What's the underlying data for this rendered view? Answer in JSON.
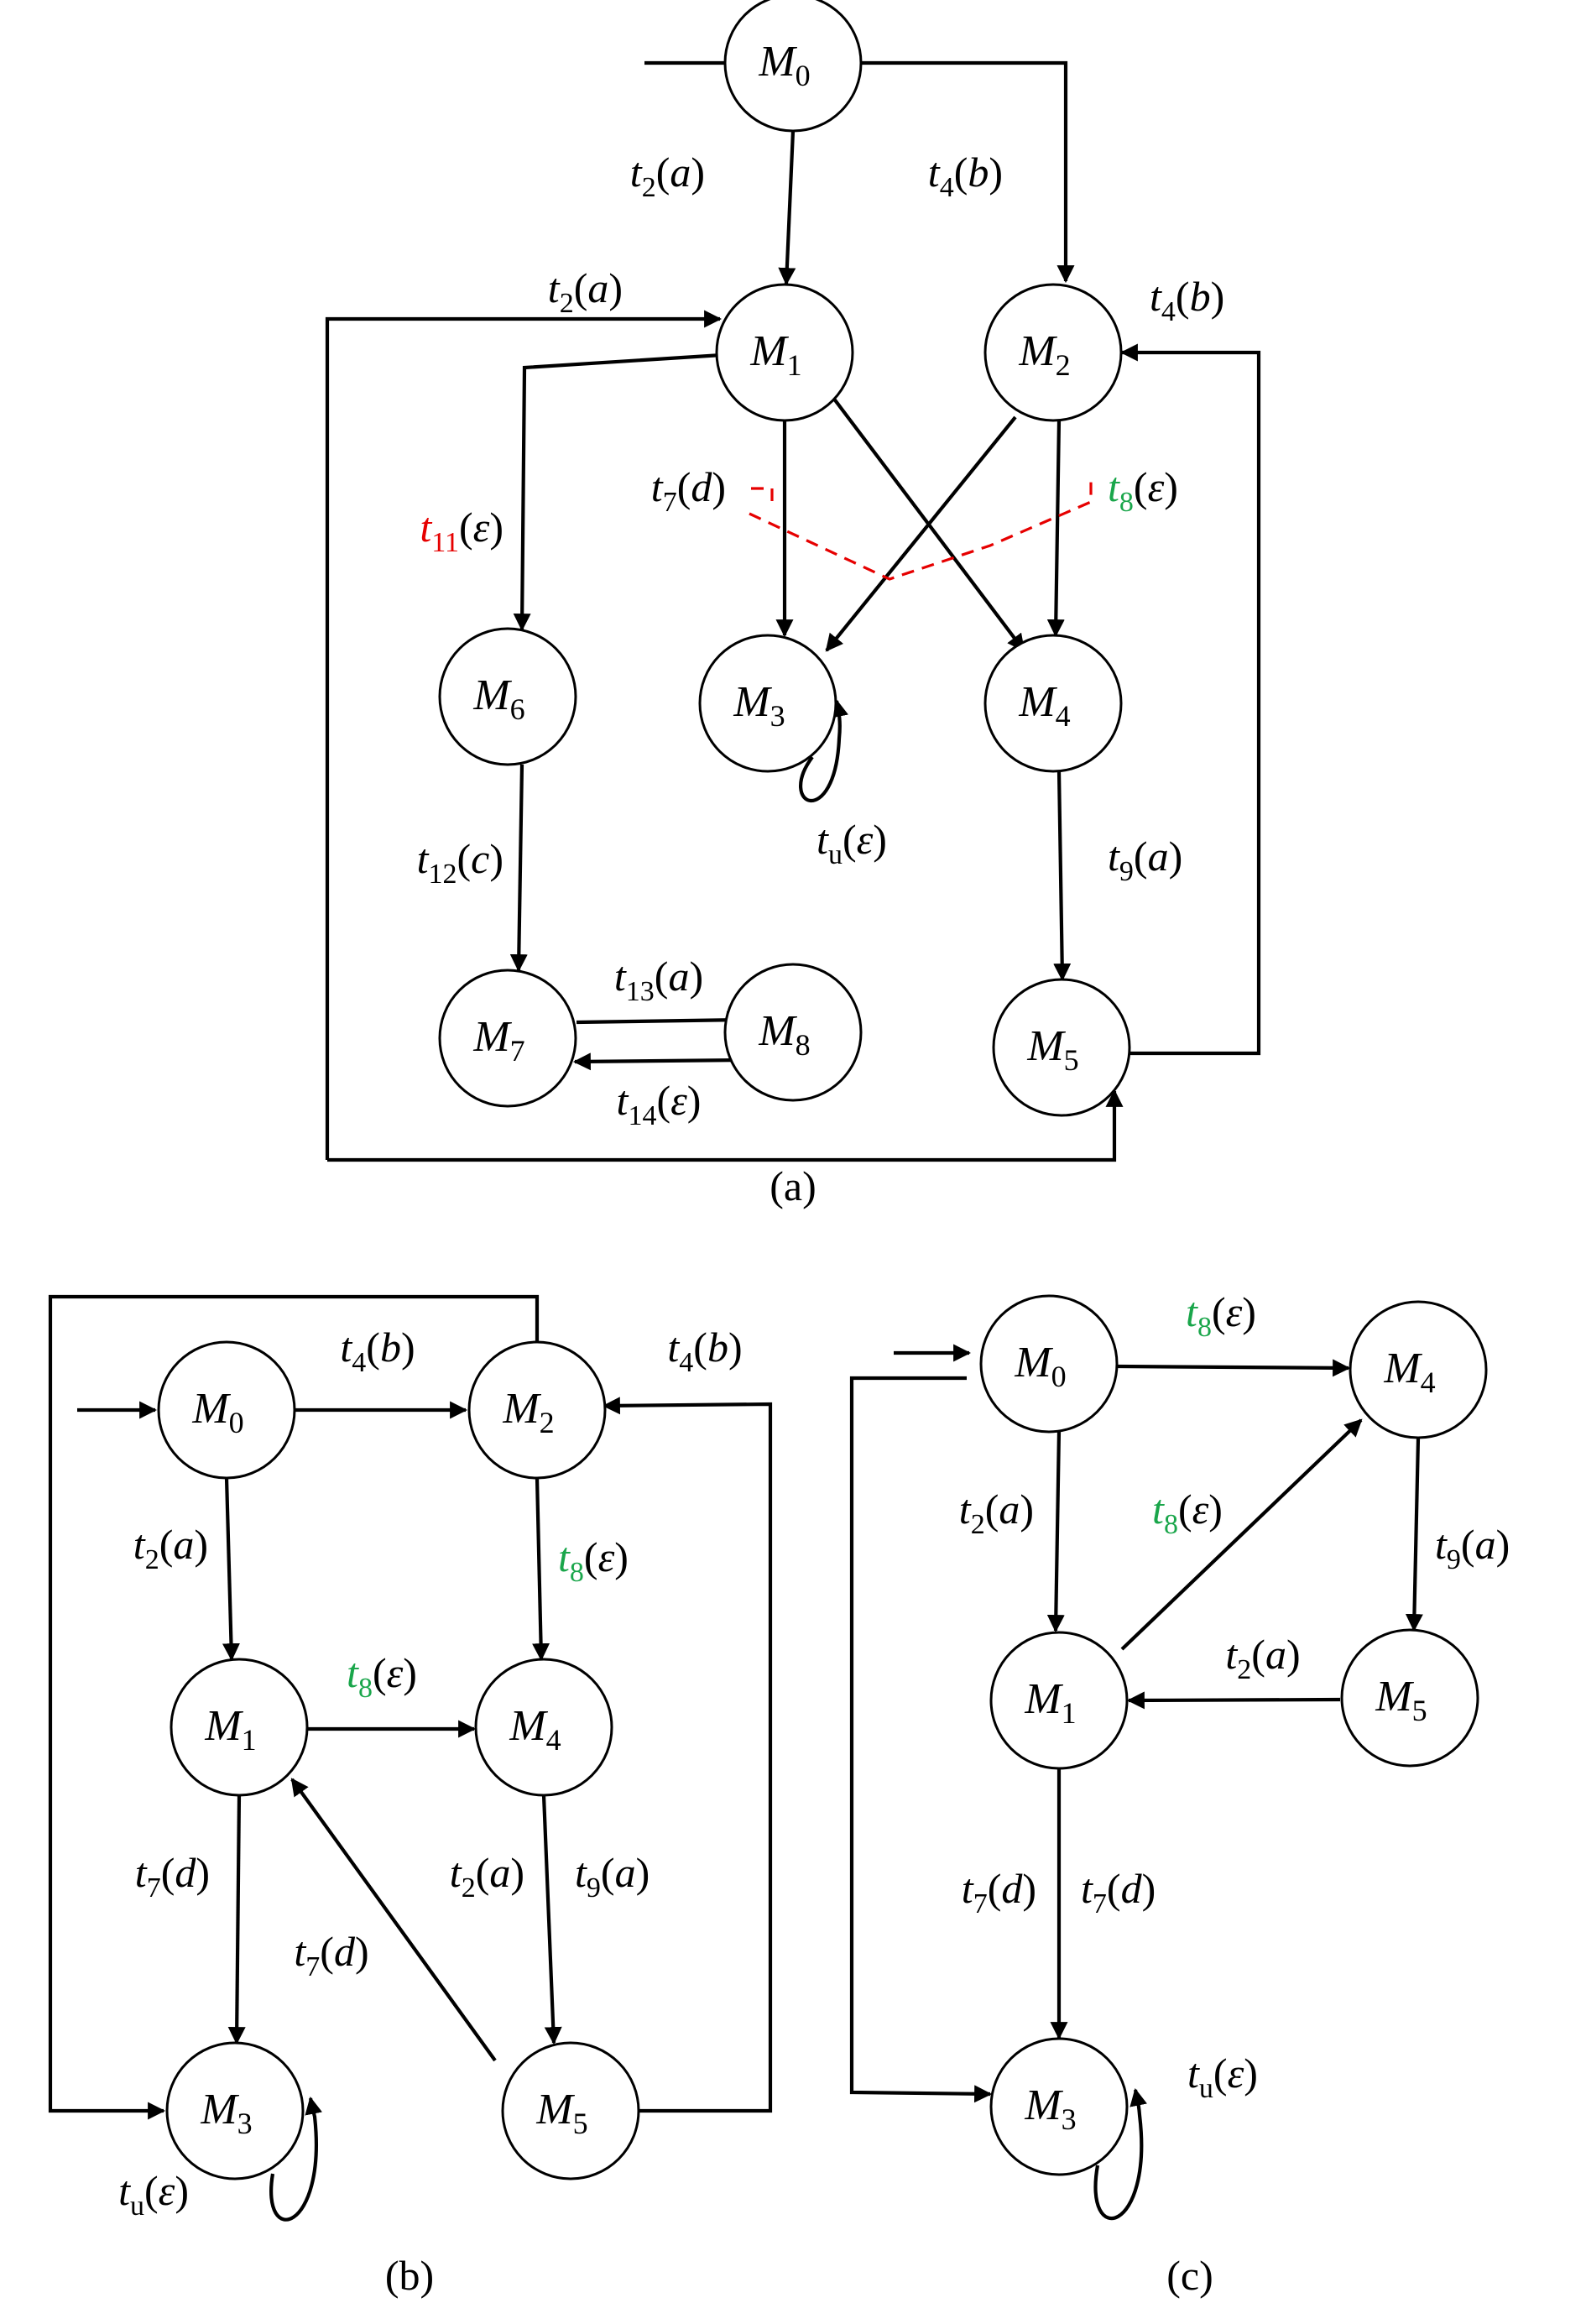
{
  "colors": {
    "normal": "#000000",
    "unobservable_fault": "#e60000",
    "highlight": "#1aa64b"
  },
  "diagrams": [
    {
      "caption": "(a)",
      "states": [
        {
          "id": "a-M0",
          "name": "M",
          "index": "0"
        },
        {
          "id": "a-M1",
          "name": "M",
          "index": "1"
        },
        {
          "id": "a-M2",
          "name": "M",
          "index": "2"
        },
        {
          "id": "a-M3",
          "name": "M",
          "index": "3"
        },
        {
          "id": "a-M4",
          "name": "M",
          "index": "4"
        },
        {
          "id": "a-M5",
          "name": "M",
          "index": "5"
        },
        {
          "id": "a-M6",
          "name": "M",
          "index": "6"
        },
        {
          "id": "a-M7",
          "name": "M",
          "index": "7"
        },
        {
          "id": "a-M8",
          "name": "M",
          "index": "8"
        }
      ],
      "transitions": [
        {
          "id": "a-t2-1",
          "t": "t",
          "index": "2",
          "event": "a",
          "color": "normal"
        },
        {
          "id": "a-t4-1",
          "t": "t",
          "index": "4",
          "event": "b",
          "color": "normal"
        },
        {
          "id": "a-t2-2",
          "t": "t",
          "index": "2",
          "event": "a",
          "color": "normal"
        },
        {
          "id": "a-t4-2",
          "t": "t",
          "index": "4",
          "event": "b",
          "color": "normal"
        },
        {
          "id": "a-t7",
          "t": "t",
          "index": "7",
          "event": "d",
          "color": "normal"
        },
        {
          "id": "a-t8",
          "t": "t",
          "index": "8",
          "event": "ε",
          "color": "highlight"
        },
        {
          "id": "a-t11",
          "t": "t",
          "index": "11",
          "event": "ε",
          "color": "unobservable_fault"
        },
        {
          "id": "a-tu",
          "t": "t",
          "index": "u",
          "event": "ε",
          "color": "normal"
        },
        {
          "id": "a-t12",
          "t": "t",
          "index": "12",
          "event": "c",
          "color": "normal"
        },
        {
          "id": "a-t9",
          "t": "t",
          "index": "9",
          "event": "a",
          "color": "normal"
        },
        {
          "id": "a-t13",
          "t": "t",
          "index": "13",
          "event": "a",
          "color": "normal"
        },
        {
          "id": "a-t14",
          "t": "t",
          "index": "14",
          "event": "ε",
          "color": "normal"
        }
      ]
    },
    {
      "caption": "(b)",
      "states": [
        {
          "id": "b-M0",
          "name": "M",
          "index": "0"
        },
        {
          "id": "b-M2",
          "name": "M",
          "index": "2"
        },
        {
          "id": "b-M1",
          "name": "M",
          "index": "1"
        },
        {
          "id": "b-M4",
          "name": "M",
          "index": "4"
        },
        {
          "id": "b-M3",
          "name": "M",
          "index": "3"
        },
        {
          "id": "b-M5",
          "name": "M",
          "index": "5"
        }
      ],
      "transitions": [
        {
          "id": "b-t4-1",
          "t": "t",
          "index": "4",
          "event": "b",
          "color": "normal"
        },
        {
          "id": "b-t4-2",
          "t": "t",
          "index": "4",
          "event": "b",
          "color": "normal"
        },
        {
          "id": "b-t2-1",
          "t": "t",
          "index": "2",
          "event": "a",
          "color": "normal"
        },
        {
          "id": "b-t8-1",
          "t": "t",
          "index": "8",
          "event": "ε",
          "color": "highlight"
        },
        {
          "id": "b-t8-2",
          "t": "t",
          "index": "8",
          "event": "ε",
          "color": "highlight"
        },
        {
          "id": "b-t7-1",
          "t": "t",
          "index": "7",
          "event": "d",
          "color": "normal"
        },
        {
          "id": "b-t2-2",
          "t": "t",
          "index": "2",
          "event": "a",
          "color": "normal"
        },
        {
          "id": "b-t9",
          "t": "t",
          "index": "9",
          "event": "a",
          "color": "normal"
        },
        {
          "id": "b-t7-2",
          "t": "t",
          "index": "7",
          "event": "d",
          "color": "normal"
        },
        {
          "id": "b-tu",
          "t": "t",
          "index": "u",
          "event": "ε",
          "color": "normal"
        }
      ]
    },
    {
      "caption": "(c)",
      "states": [
        {
          "id": "c-M0",
          "name": "M",
          "index": "0"
        },
        {
          "id": "c-M4",
          "name": "M",
          "index": "4"
        },
        {
          "id": "c-M1",
          "name": "M",
          "index": "1"
        },
        {
          "id": "c-M5",
          "name": "M",
          "index": "5"
        },
        {
          "id": "c-M3",
          "name": "M",
          "index": "3"
        }
      ],
      "transitions": [
        {
          "id": "c-t8-1",
          "t": "t",
          "index": "8",
          "event": "ε",
          "color": "highlight"
        },
        {
          "id": "c-t2-1",
          "t": "t",
          "index": "2",
          "event": "a",
          "color": "normal"
        },
        {
          "id": "c-t8-2",
          "t": "t",
          "index": "8",
          "event": "ε",
          "color": "highlight"
        },
        {
          "id": "c-t9",
          "t": "t",
          "index": "9",
          "event": "a",
          "color": "normal"
        },
        {
          "id": "c-t2-2",
          "t": "t",
          "index": "2",
          "event": "a",
          "color": "normal"
        },
        {
          "id": "c-t7-1",
          "t": "t",
          "index": "7",
          "event": "d",
          "color": "normal"
        },
        {
          "id": "c-t7-2",
          "t": "t",
          "index": "7",
          "event": "d",
          "color": "normal"
        },
        {
          "id": "c-tu",
          "t": "t",
          "index": "u",
          "event": "ε",
          "color": "normal"
        }
      ]
    }
  ]
}
